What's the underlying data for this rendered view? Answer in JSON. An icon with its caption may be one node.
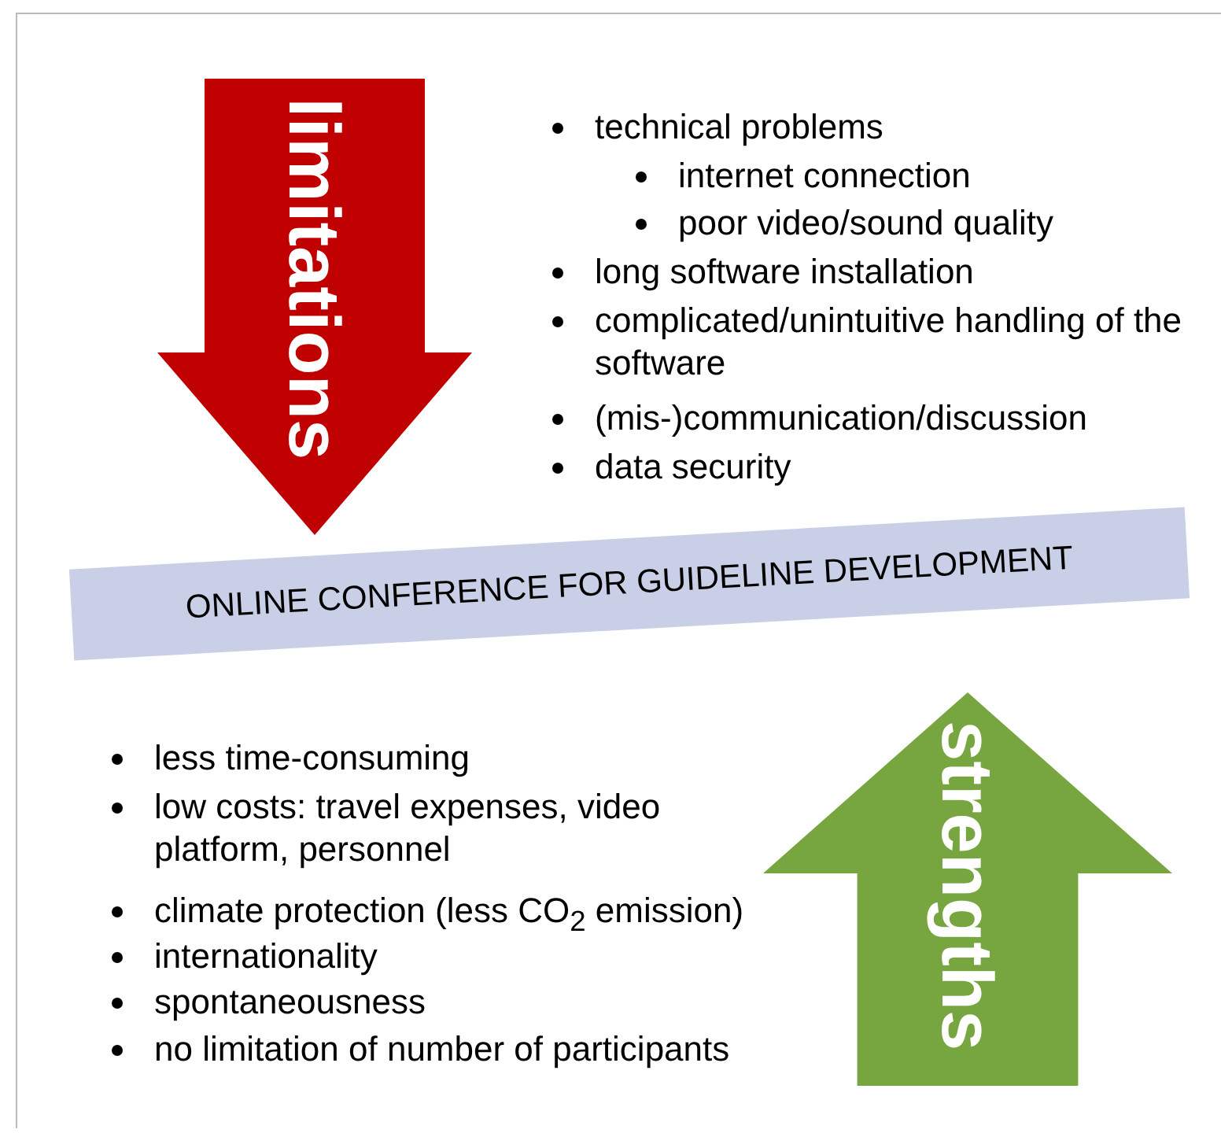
{
  "diagram": {
    "nodes": [
      {
        "text": [
          "limitations"
        ]
      },
      {
        "text": [
          "ONLINE CONFERENCE FOR GUIDELINE DEVELOPMENT"
        ]
      },
      {
        "text": [
          "strengths"
        ]
      }
    ],
    "edges": [],
    "labels": [
      "technical problems",
      "internet connection",
      "poor video/sound quality",
      "long software installation",
      "complicated/unintuitive handling of the software",
      "(mis-)communication/discussion",
      "data security",
      "less time-consuming",
      "low costs: travel expenses, video platform, personnel",
      "climate protection (less CO$_{2}$ emission)",
      "internationality",
      "spontaneousness",
      "no limitation of number of participants"
    ]
  }
}
